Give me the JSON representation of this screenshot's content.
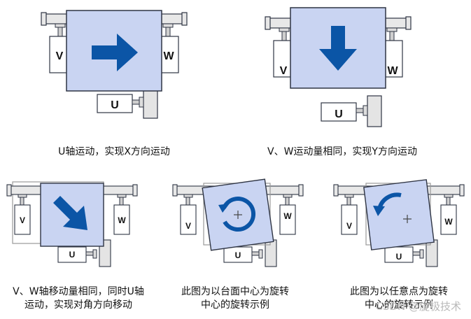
{
  "colors": {
    "stage_fill": "#c9d4f2",
    "stage_stroke": "#2f3544",
    "rail_fill": "#e8e8e8",
    "arrow": "#0b55a6",
    "box_fill": "#ffffff",
    "text": "#111111",
    "watermark": "#b9b9b9"
  },
  "actuator_labels": {
    "u": "U",
    "v": "V",
    "w": "W"
  },
  "panels": [
    {
      "id": "u-motion",
      "arrow_icon": "arrow-right-icon",
      "caption_lines": [
        "U轴运动，实现X方向运动"
      ]
    },
    {
      "id": "vw-motion",
      "arrow_icon": "arrow-down-icon",
      "caption_lines": [
        "V、W运动量相同，实现Y方向运动"
      ]
    },
    {
      "id": "diagonal-motion",
      "arrow_icon": "arrow-diagonal-icon",
      "caption_lines": [
        "V、W轴移动量相同，同时U轴",
        "运动，实现对角方向移动"
      ]
    },
    {
      "id": "center-rotation",
      "arrow_icon": "rotate-ccw-icon",
      "caption_lines": [
        "此图为以台面中心为旋转",
        "中心的旋转示例"
      ]
    },
    {
      "id": "arbitrary-rotation",
      "arrow_icon": "rotate-ccw-arc-icon",
      "caption_lines": [
        "此图为以任意点为旋转",
        "中心的旋转示例"
      ]
    }
  ],
  "watermark": "CSDN @旋极技术"
}
